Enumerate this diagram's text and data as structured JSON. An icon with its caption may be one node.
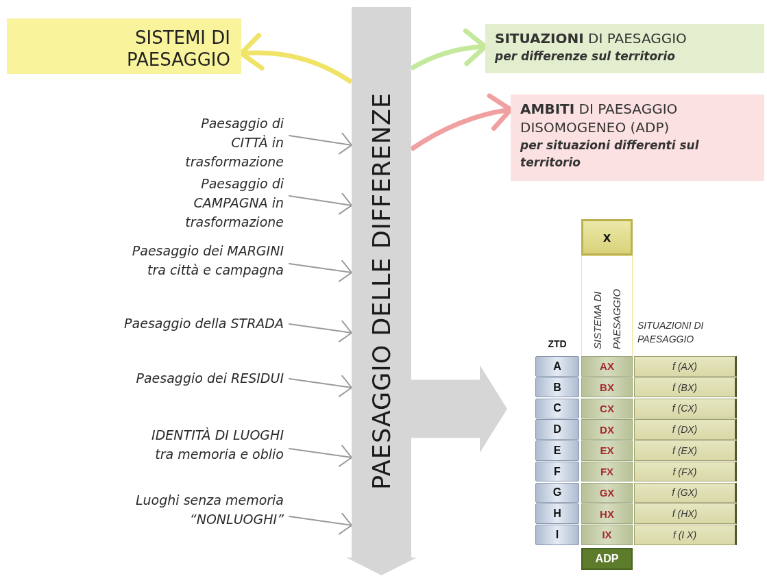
{
  "diagram": {
    "nodes": [
      {
        "text": [
          "PAESAGGIO DELLE DIFFERENZE"
        ]
      },
      {
        "text": [
          "SISTEMI DI PAESAGGIO"
        ]
      },
      {
        "text": [
          "**SITUAZIONI** DI PAESAGGIO",
          "per differenze sul territorio"
        ]
      },
      {
        "text": [
          "**AMBITI** DI PAESAGGIO DISOMOGENEO (ADP)",
          "per situazioni differenti sul territorio"
        ]
      },
      {
        "text": [
          "Paesaggio di CITTÀ in trasformazione"
        ]
      },
      {
        "text": [
          "Paesaggio di CAMPAGNA in trasformazione"
        ]
      },
      {
        "text": [
          "Paesaggio dei MARGINI tra città e campagna"
        ]
      },
      {
        "text": [
          "Paesaggio della STRADA"
        ]
      },
      {
        "text": [
          "Paesaggio dei RESIDUI"
        ]
      },
      {
        "text": [
          "IDENTITÀ DI LUOGHI tra memoria e oblio"
        ]
      },
      {
        "text": [
          "Luoghi senza memoria “NONLUOGHI”"
        ]
      },
      {
        "text": [],
        "shape": "box"
      }
    ],
    "edges": [
      {
        "from": 0,
        "to": 1,
        "arrow": "to",
        "style": "thick",
        "color": "#f0e468"
      },
      {
        "from": 0,
        "to": 2,
        "arrow": "to",
        "style": "thick",
        "color": "#c4e89c"
      },
      {
        "from": 0,
        "to": 3,
        "arrow": "to",
        "style": "thick",
        "color": "#f0a0a0"
      },
      {
        "from": 4,
        "to": 0,
        "arrow": "to"
      },
      {
        "from": 5,
        "to": 0,
        "arrow": "to"
      },
      {
        "from": 6,
        "to": 0,
        "arrow": "to"
      },
      {
        "from": 7,
        "to": 0,
        "arrow": "to"
      },
      {
        "from": 8,
        "to": 0,
        "arrow": "to"
      },
      {
        "from": 9,
        "to": 0,
        "arrow": "to"
      },
      {
        "from": 10,
        "to": 0,
        "arrow": "to"
      },
      {
        "from": 0,
        "to": 11,
        "arrow": "to",
        "style": "thick",
        "color": "#d6d6d6"
      }
    ],
    "labels": [
      "x",
      "SISTEMA DI PAESAGGIO",
      "ZTD",
      "SITUAZIONI DI PAESAGGIO",
      "A",
      "AX",
      "f (AX)",
      "B",
      "BX",
      "f (BX)",
      "C",
      "CX",
      "f (CX)",
      "D",
      "DX",
      "f (DX)",
      "E",
      "EX",
      "f (EX)",
      "F",
      "FX",
      "f (FX)",
      "G",
      "GX",
      "f (GX)",
      "H",
      "HX",
      "f (HX)",
      "I",
      "IX",
      "f (I X)",
      "ADP"
    ]
  }
}
